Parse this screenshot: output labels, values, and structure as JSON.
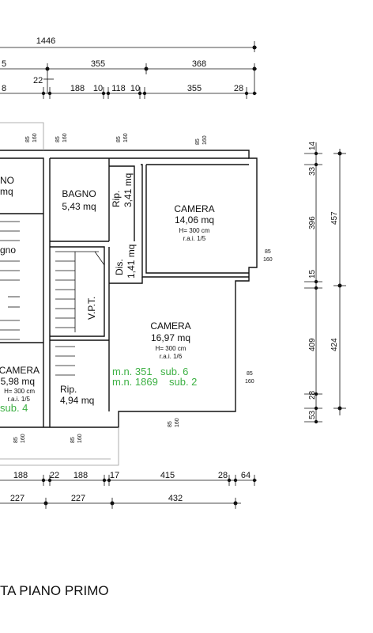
{
  "dimensions": {
    "row1": [
      "1446"
    ],
    "row2": [
      "5",
      "355",
      "368"
    ],
    "row3": [
      "22"
    ],
    "row4": [
      "8",
      "188",
      "10",
      "118",
      "10",
      "355",
      "28"
    ],
    "bottom1": [
      "188",
      "22",
      "188",
      "17",
      "415",
      "28",
      "64"
    ],
    "bottom2": [
      "227",
      "227",
      "432"
    ],
    "right_a": [
      "14",
      "33",
      "396",
      "15",
      "409",
      "28",
      "53"
    ],
    "right_b": [
      "457",
      "424"
    ]
  },
  "windows": {
    "w1": [
      "85",
      "160"
    ],
    "w2": [
      "85",
      "160"
    ],
    "w3": [
      "85",
      "160"
    ],
    "w4": [
      "85",
      "160"
    ],
    "w5": [
      "85",
      "160"
    ],
    "w6": [
      "85",
      "160"
    ],
    "w7": [
      "85",
      "160"
    ],
    "w8": [
      "85",
      "160"
    ],
    "w9": [
      "85",
      "160"
    ]
  },
  "rooms": {
    "left_top": {
      "name": "NO",
      "area": "mq"
    },
    "bagno": {
      "name": "BAGNO",
      "area": "5,43 mq"
    },
    "rip_top": {
      "name": "Rip.",
      "area": "3,41 mq"
    },
    "camera1": {
      "name": "CAMERA",
      "area": "14,06 mq",
      "h": "H= 300 cm",
      "rai": "r.a.i. 1/5"
    },
    "bagno_left": {
      "name": "gno"
    },
    "dis": {
      "name": "Dis.",
      "area": "1,41 mq"
    },
    "vpt": {
      "name": "V.P.T."
    },
    "camera2": {
      "name": "CAMERA",
      "area": "16,97 mq",
      "h": "H= 300 cm",
      "rai": "r.a.i. 1/6"
    },
    "camera_left": {
      "name": "CAMERA",
      "area": "5,98 mq",
      "h": "H= 300 cm",
      "rai": "r.a.i. 1/5"
    },
    "rip_bottom": {
      "name": "Rip.",
      "area": "4,94 mq"
    }
  },
  "cadastral": {
    "line1": "m.n. 351",
    "sub1": "sub. 6",
    "line2": "m.n. 1869",
    "sub2": "sub. 2",
    "left_sub": "sub. 4"
  },
  "title": "TA PIANO PRIMO",
  "colors": {
    "green": "#3cb043",
    "line": "#111111"
  }
}
